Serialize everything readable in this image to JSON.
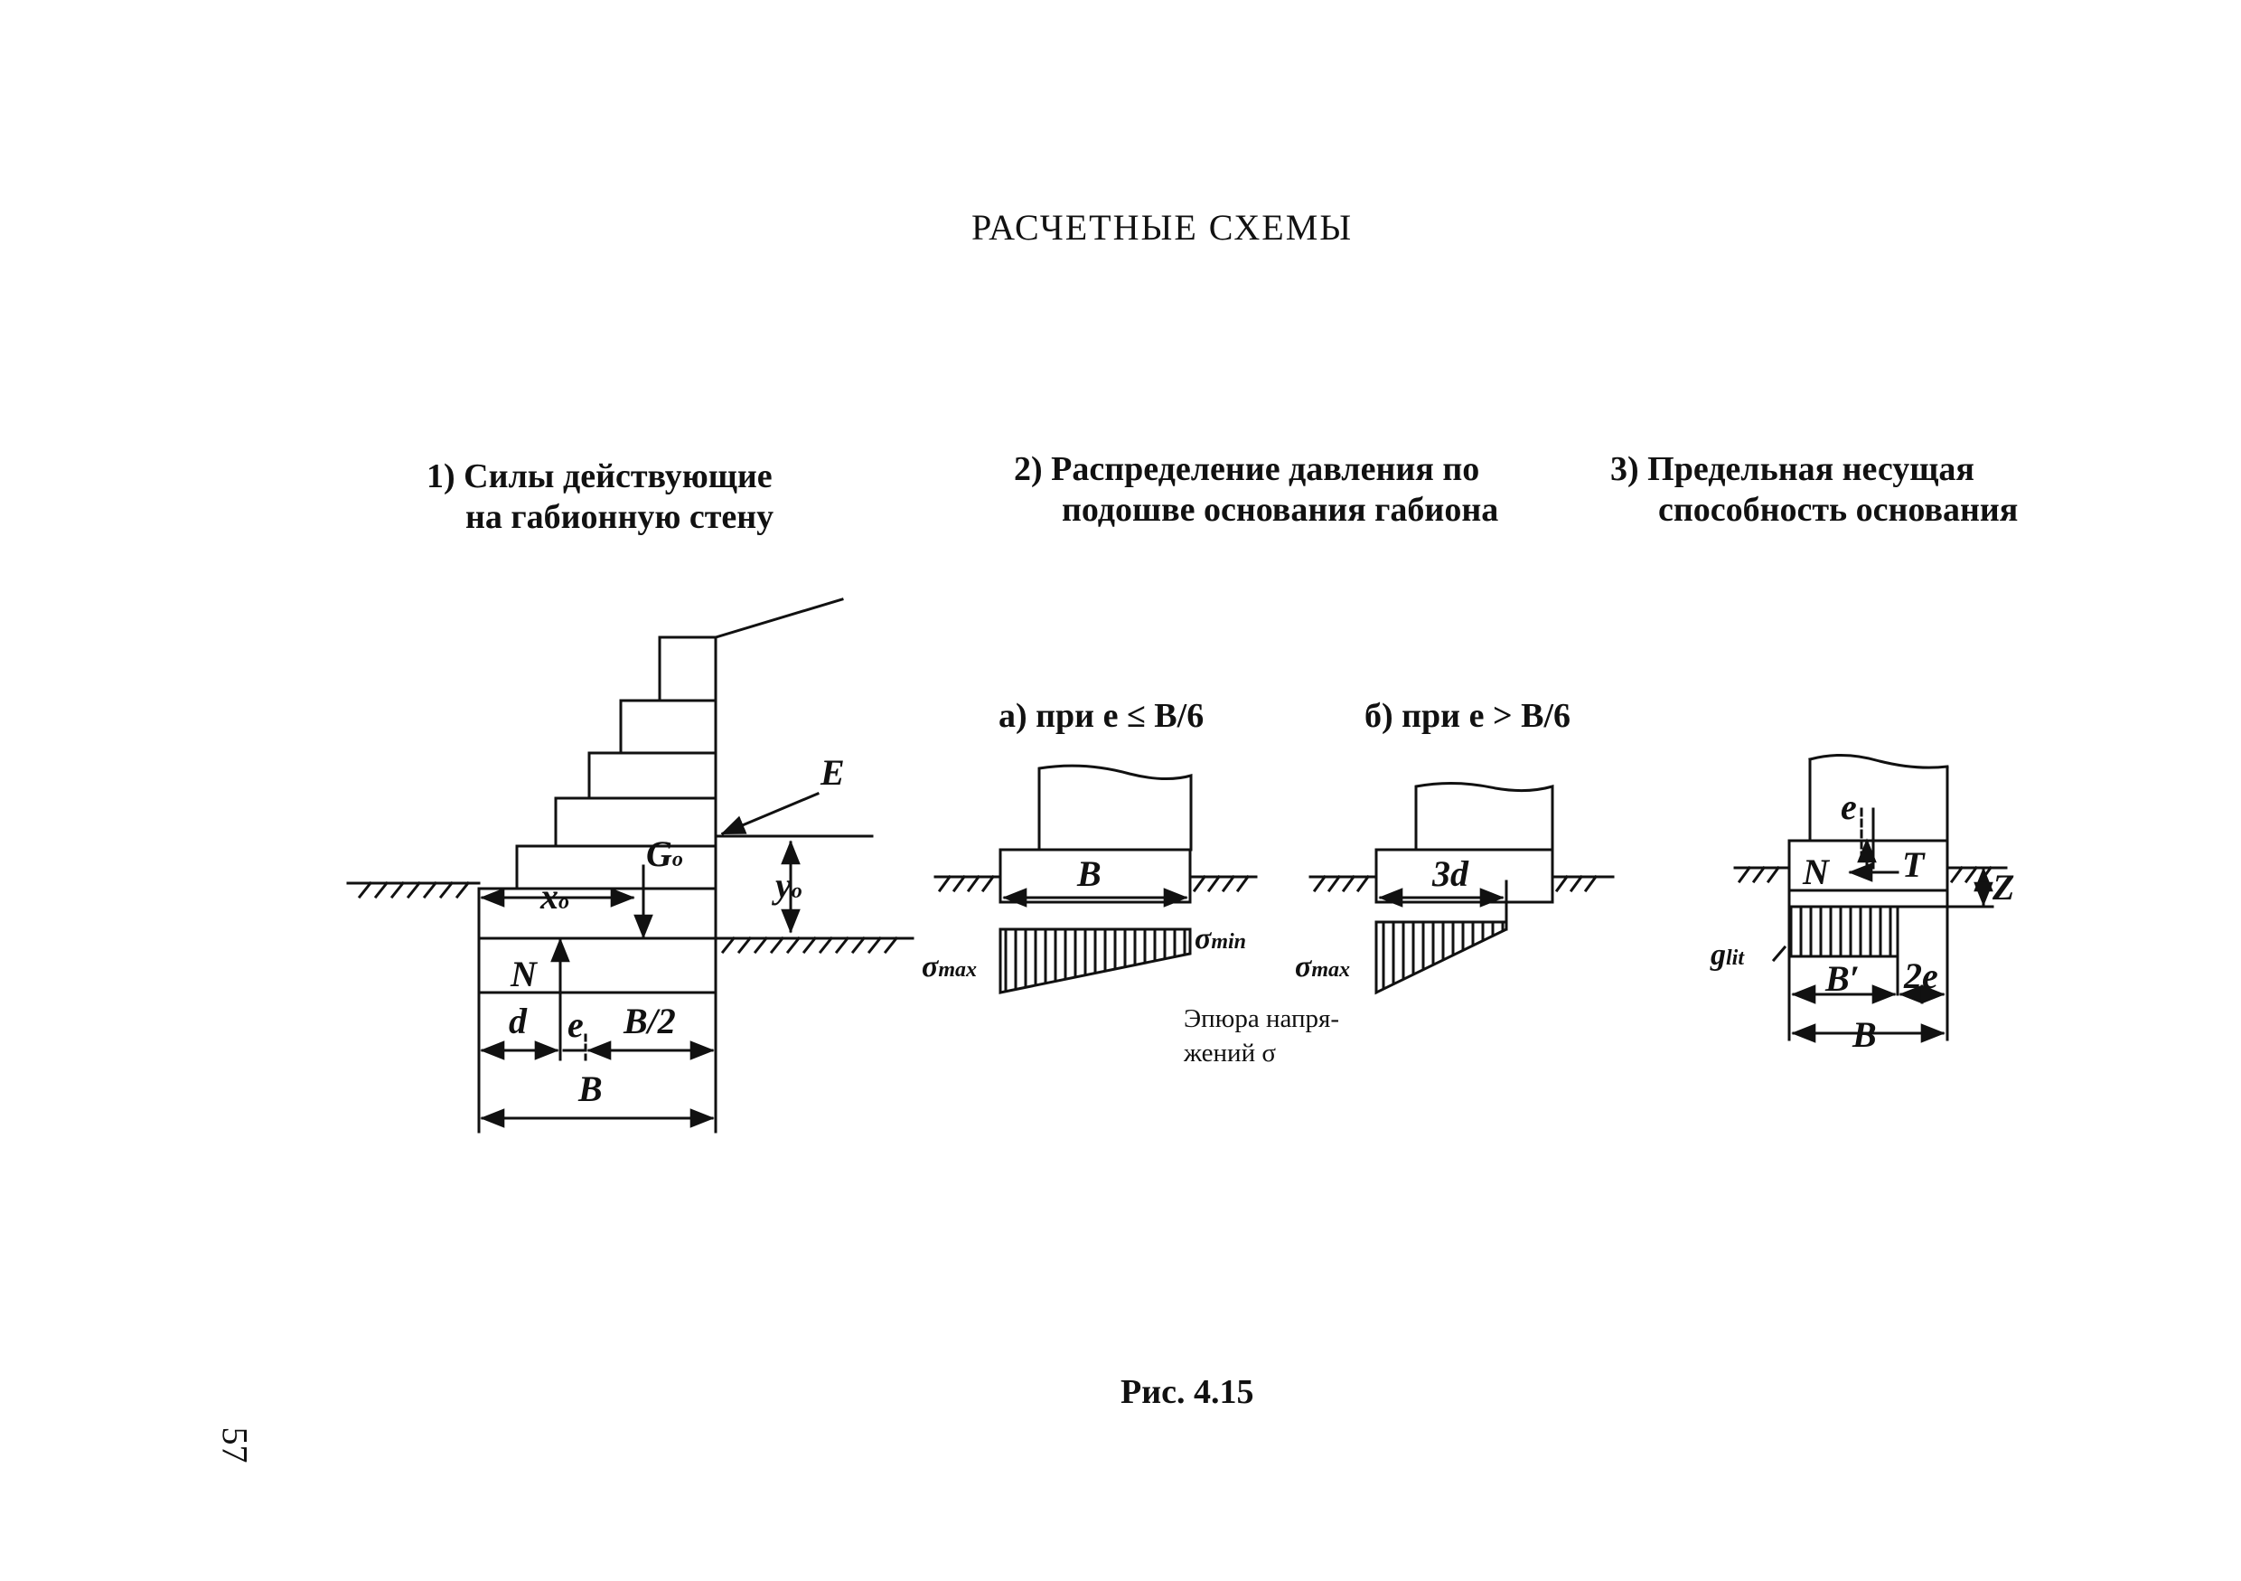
{
  "title": "РАСЧЕТНЫЕ СХЕМЫ",
  "caption": "Рис. 4.15",
  "page_number": "57",
  "sections": {
    "forces": {
      "heading_line1": "1) Силы действующие",
      "heading_line2": "на габионную стену"
    },
    "pressure": {
      "heading_line1": "2) Распределение давления по",
      "heading_line2": "подошве основания габиона",
      "case_a": "а) при e ≤ B/6",
      "case_b": "б) при e > B/6",
      "stress_note_line1": "Эпюра напря-",
      "stress_note_line2": "жений σ"
    },
    "capacity": {
      "heading_line1": "3) Предельная  несущая",
      "heading_line2": "способность основания"
    }
  },
  "labels": {
    "E": "E",
    "G": "G",
    "G_sub": "o",
    "x": "x",
    "x_sub": "o",
    "y": "y",
    "y_sub": "o",
    "N": "N",
    "d": "d",
    "e": "e",
    "B_half": "B/2",
    "B": "B",
    "sigma": "σ",
    "max_sub": "max",
    "min_sub": "min",
    "three_d": "3d",
    "T": "T",
    "Z": "Z",
    "g": "g",
    "lit_sub": "lit",
    "B_prime": "B′",
    "two_e": "2e"
  }
}
